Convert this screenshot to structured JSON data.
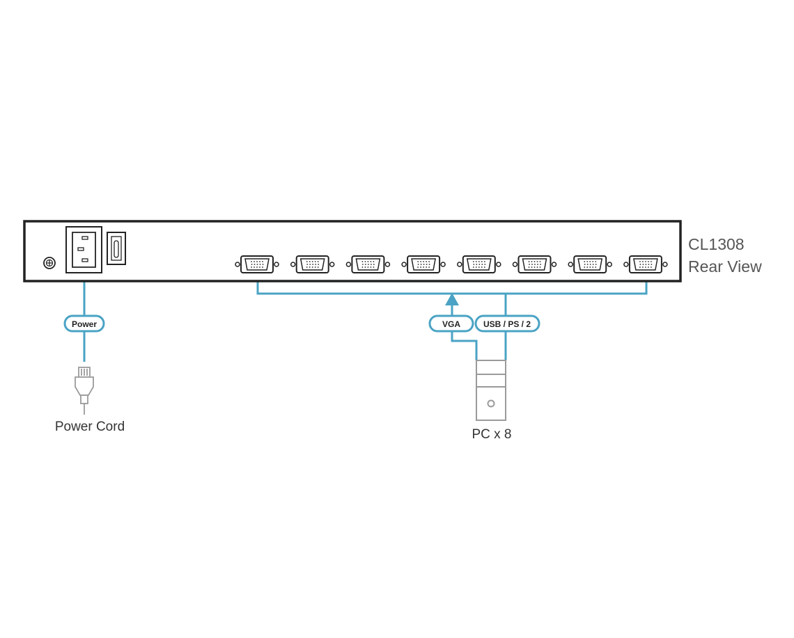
{
  "device": {
    "model": "CL1308",
    "view": "Rear View",
    "port_count": 8
  },
  "labels": {
    "power": "Power",
    "vga": "VGA",
    "usb_ps2": "USB / PS / 2",
    "power_cord": "Power Cord",
    "pc": "PC x 8"
  },
  "colors": {
    "cable": "#4aa3c4",
    "device_outline": "#222222",
    "icon_gray": "#9a9a9a",
    "text": "#333333"
  },
  "icons": {
    "ground": "ground-screw-icon",
    "power_socket": "power-socket-icon",
    "power_switch": "power-switch-icon",
    "port": "kvm-port-icon",
    "plug": "power-plug-icon",
    "pc": "pc-tower-icon",
    "arrow": "arrow-up-icon"
  }
}
